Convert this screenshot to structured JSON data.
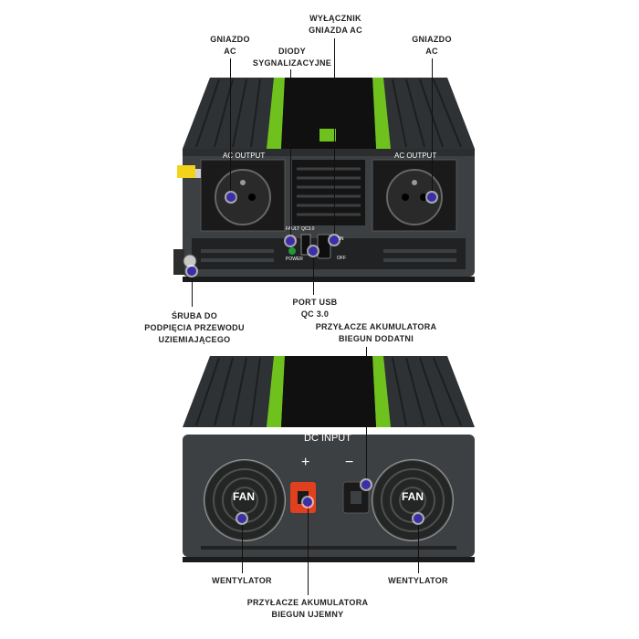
{
  "labels": {
    "switch": [
      "WYŁĄCZNIK",
      "GNIAZDA AC"
    ],
    "ac_left": [
      "GNIAZDO",
      "AC"
    ],
    "ac_right": [
      "GNIAZDO",
      "AC"
    ],
    "diodes": [
      "DIODY",
      "SYGNALIZACYJNE"
    ],
    "usb": [
      "PORT USB",
      "QC 3.0"
    ],
    "ground": [
      "ŚRUBA DO",
      "PODPIĘCIA PRZEWODU",
      "UZIEMIAJĄCEGO"
    ],
    "positive": [
      "PRZYŁACZE AKUMULATORA",
      "BIEGUN DODATNI"
    ],
    "negative": [
      "PRZYŁACZE AKUMULATORA",
      "BIEGUN UJEMNY"
    ],
    "fan_left": "WENTYLATOR",
    "fan_right": "WENTYLATOR"
  },
  "panel": {
    "ac_output_left": "AC OUTPUT",
    "ac_output_right": "AC OUTPUT",
    "dc_input": "DC INPUT",
    "plus": "+",
    "minus": "−",
    "fan_left": "FAN",
    "fan_right": "FAN",
    "fault": "FAULT",
    "power": "POWER",
    "qc": "QC3.0",
    "on": "ON",
    "off": "OFF"
  },
  "colors": {
    "body": "#3a3d3f",
    "accent_green": "#6fc21e",
    "marker": "#3b2fa8",
    "terminal_red": "#e0401e"
  }
}
